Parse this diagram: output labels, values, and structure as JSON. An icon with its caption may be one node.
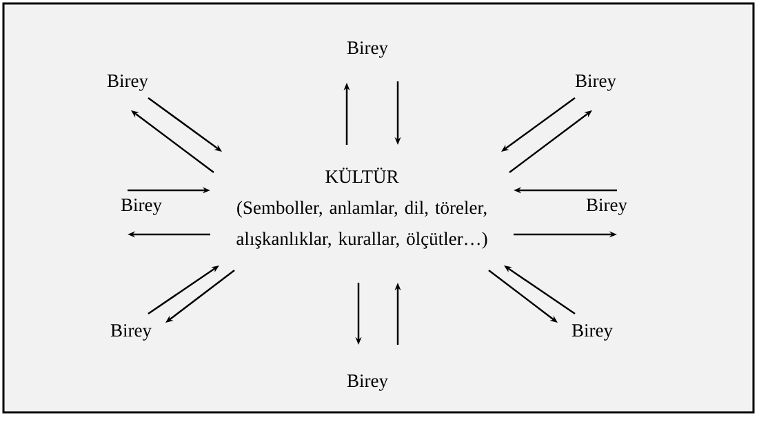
{
  "diagram": {
    "nodes": [
      {
        "text": [
          "KÜLTÜR",
          "(Semboller, anlamlar, dil, töreler, alışkanlıklar, kurallar, ölçütler…)"
        ]
      },
      {
        "text": [
          "Birey"
        ]
      },
      {
        "text": [
          "Birey"
        ]
      },
      {
        "text": [
          "Birey"
        ]
      },
      {
        "text": [
          "Birey"
        ]
      },
      {
        "text": [
          "Birey"
        ]
      },
      {
        "text": [
          "Birey"
        ]
      },
      {
        "text": [
          "Birey"
        ]
      },
      {
        "text": [
          "Birey"
        ]
      }
    ],
    "edges": [
      {
        "from": 0,
        "to": 1,
        "arrow": "to"
      },
      {
        "from": 1,
        "to": 0,
        "arrow": "to"
      },
      {
        "from": 0,
        "to": 2,
        "arrow": "to"
      },
      {
        "from": 2,
        "to": 0,
        "arrow": "to"
      },
      {
        "from": 0,
        "to": 3,
        "arrow": "to"
      },
      {
        "from": 3,
        "to": 0,
        "arrow": "to"
      },
      {
        "from": 0,
        "to": 4,
        "arrow": "to"
      },
      {
        "from": 4,
        "to": 0,
        "arrow": "to"
      },
      {
        "from": 0,
        "to": 5,
        "arrow": "to"
      },
      {
        "from": 5,
        "to": 0,
        "arrow": "to"
      },
      {
        "from": 0,
        "to": 6,
        "arrow": "to"
      },
      {
        "from": 6,
        "to": 0,
        "arrow": "to"
      },
      {
        "from": 0,
        "to": 7,
        "arrow": "to"
      },
      {
        "from": 7,
        "to": 0,
        "arrow": "to"
      },
      {
        "from": 0,
        "to": 8,
        "arrow": "to"
      },
      {
        "from": 8,
        "to": 0,
        "arrow": "to"
      }
    ]
  }
}
